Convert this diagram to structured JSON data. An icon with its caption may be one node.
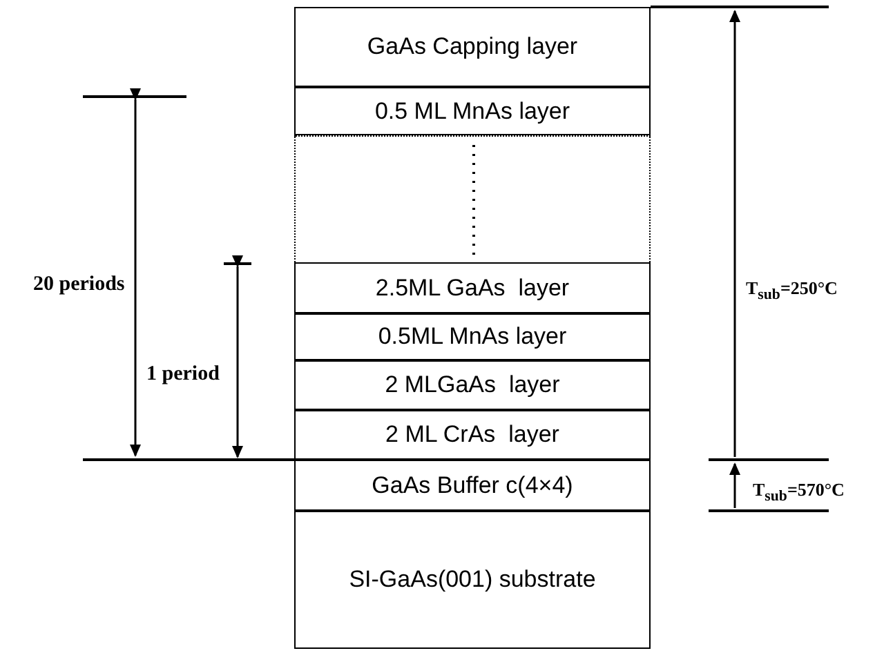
{
  "diagram": {
    "nodes": [
      {
        "text": [
          "GaAs Capping layer"
        ]
      },
      {
        "text": [
          "0.5 ML MnAs layer"
        ]
      },
      {
        "text": [],
        "shape": "box"
      },
      {
        "text": [
          "2.5ML GaAs  layer"
        ]
      },
      {
        "text": [
          "0.5ML MnAs layer"
        ]
      },
      {
        "text": [
          "2 MLGaAs  layer"
        ]
      },
      {
        "text": [
          "2 ML CrAs  layer"
        ]
      },
      {
        "text": [
          "GaAs Buffer c(4×4)"
        ]
      },
      {
        "text": [
          "SI-GaAs(001) substrate"
        ]
      }
    ],
    "edges": [],
    "labels": [
      "20 periods",
      "1 period",
      "T$_{sub}$=250°C",
      "T$_{sub}$=570°C"
    ]
  }
}
